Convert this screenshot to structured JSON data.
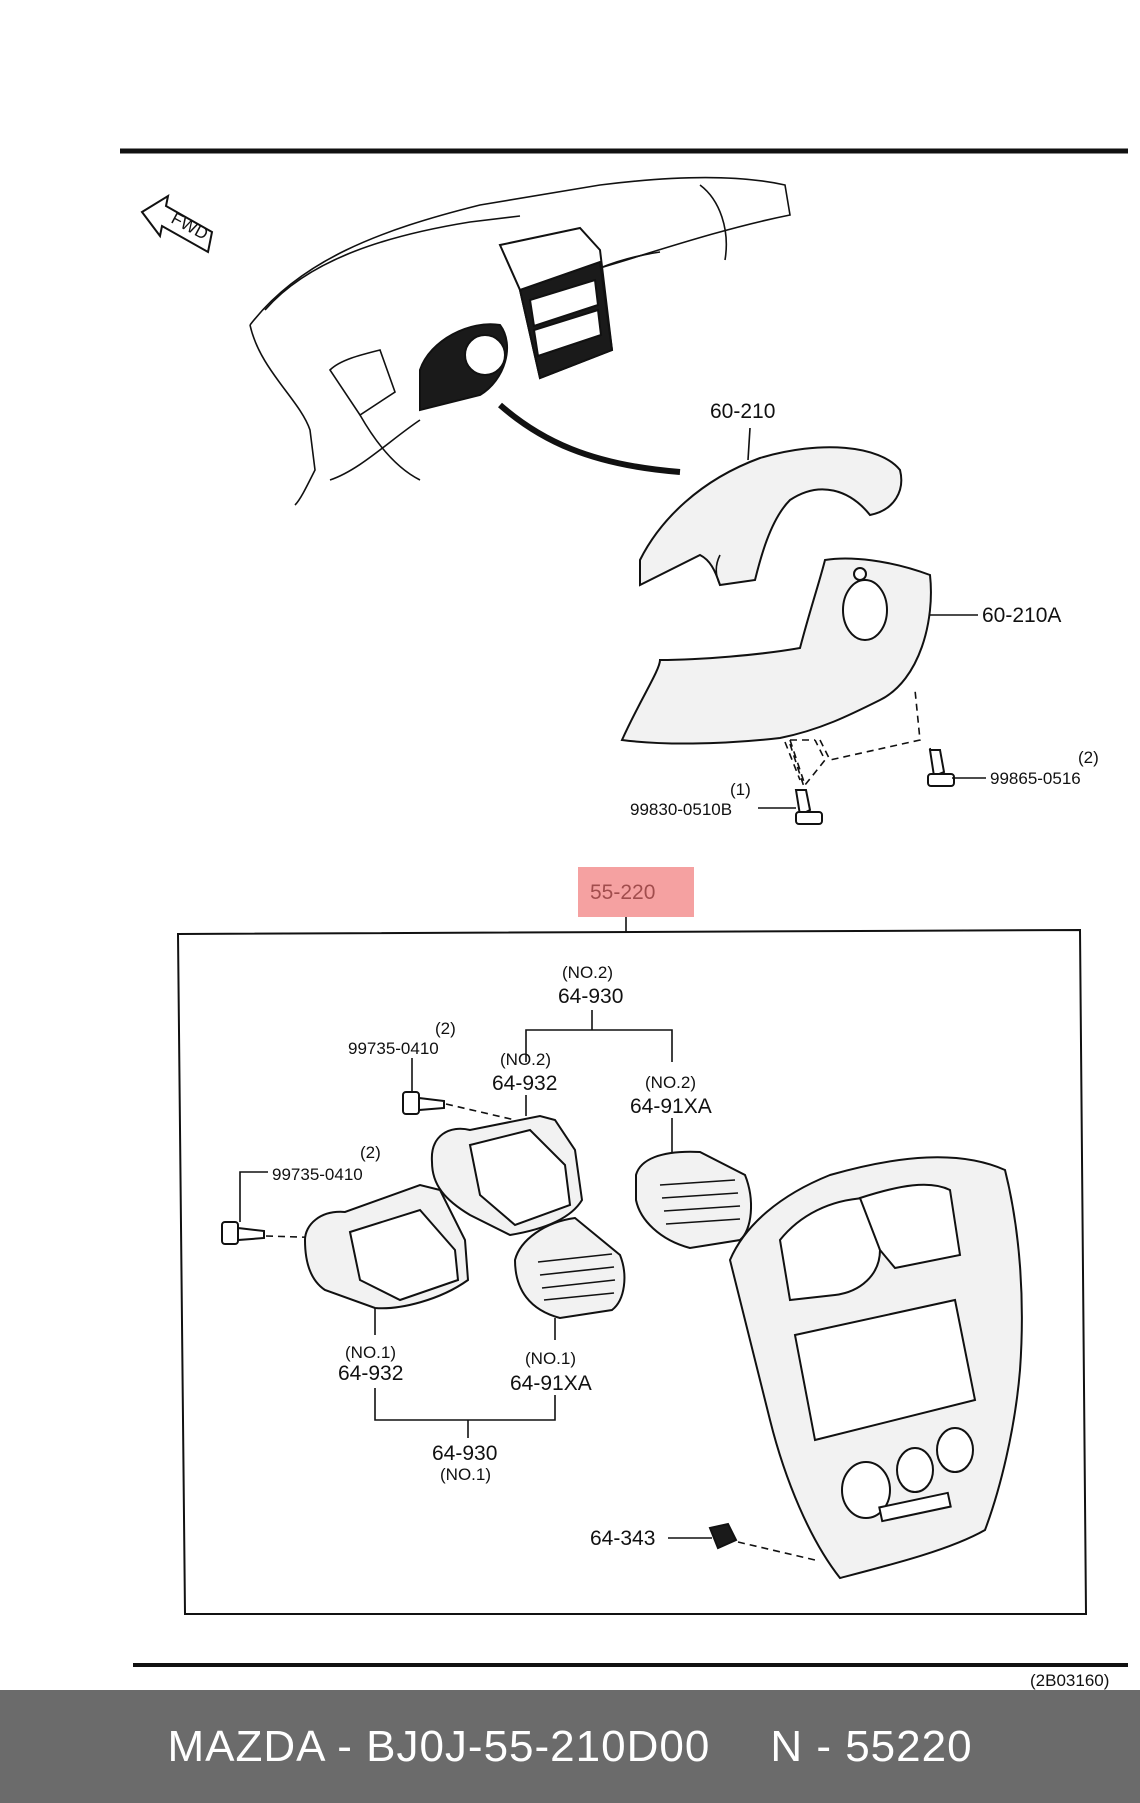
{
  "diagram": {
    "fwd_label": "FWD",
    "doc_code": "(2B03160)",
    "upper_parts": {
      "p60_210": "60-210",
      "p60_210A": "60-210A",
      "screw_left_qty": "(1)",
      "screw_left": "99830-0510B",
      "screw_right_qty": "(2)",
      "screw_right": "99865-0516"
    },
    "highlighted_part": "55-220",
    "lower_parts": {
      "top_assy_no": "(NO.2)",
      "top_assy": "64-930",
      "duct2_no": "(NO.2)",
      "duct2": "64-932",
      "grille2_no": "(NO.2)",
      "grille2": "64-91XA",
      "screw_a_qty": "(2)",
      "screw_a": "99735-0410",
      "screw_b_qty": "(2)",
      "screw_b": "99735-0410",
      "duct1_no": "(NO.1)",
      "duct1": "64-932",
      "grille1_no": "(NO.1)",
      "grille1": "64-91XA",
      "bottom_assy": "64-930",
      "bottom_assy_no": "(NO.1)",
      "clip": "64-343"
    }
  },
  "footer": {
    "left": "MAZDA - BJ0J-55-210D00",
    "right": "N - 55220"
  }
}
